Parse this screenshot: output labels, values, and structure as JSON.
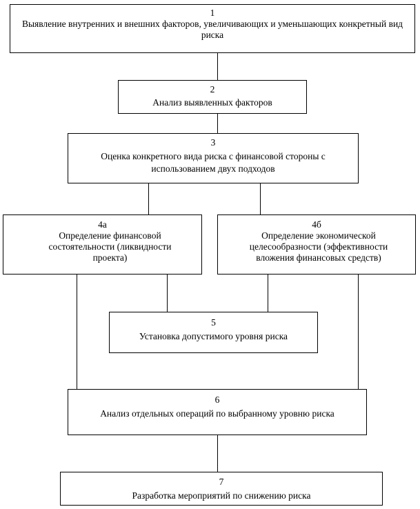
{
  "diagram": {
    "blocks": [
      {
        "num": "1",
        "text": "Выявление внутренних и внешних факторов, увеличивающих и уменьшающих конкретный вид риска"
      },
      {
        "num": "2",
        "text": "Анализ выявленных факторов"
      },
      {
        "num": "3",
        "text": "Оценка конкретного вида риска с финансовой стороны с использованием двух подходов"
      },
      {
        "num": "4а",
        "text": "Определение финансовой состоятельности (ликвидности проекта)"
      },
      {
        "num": "4б",
        "text": "Определение экономической целесообразности (эффективности вложения финансовых средств)"
      },
      {
        "num": "5",
        "text": "Установка допустимого уровня риска"
      },
      {
        "num": "6",
        "text": "Анализ отдельных операций по выбранному уровню риска"
      },
      {
        "num": "7",
        "text": "Разработка мероприятий по снижению риска"
      }
    ]
  }
}
